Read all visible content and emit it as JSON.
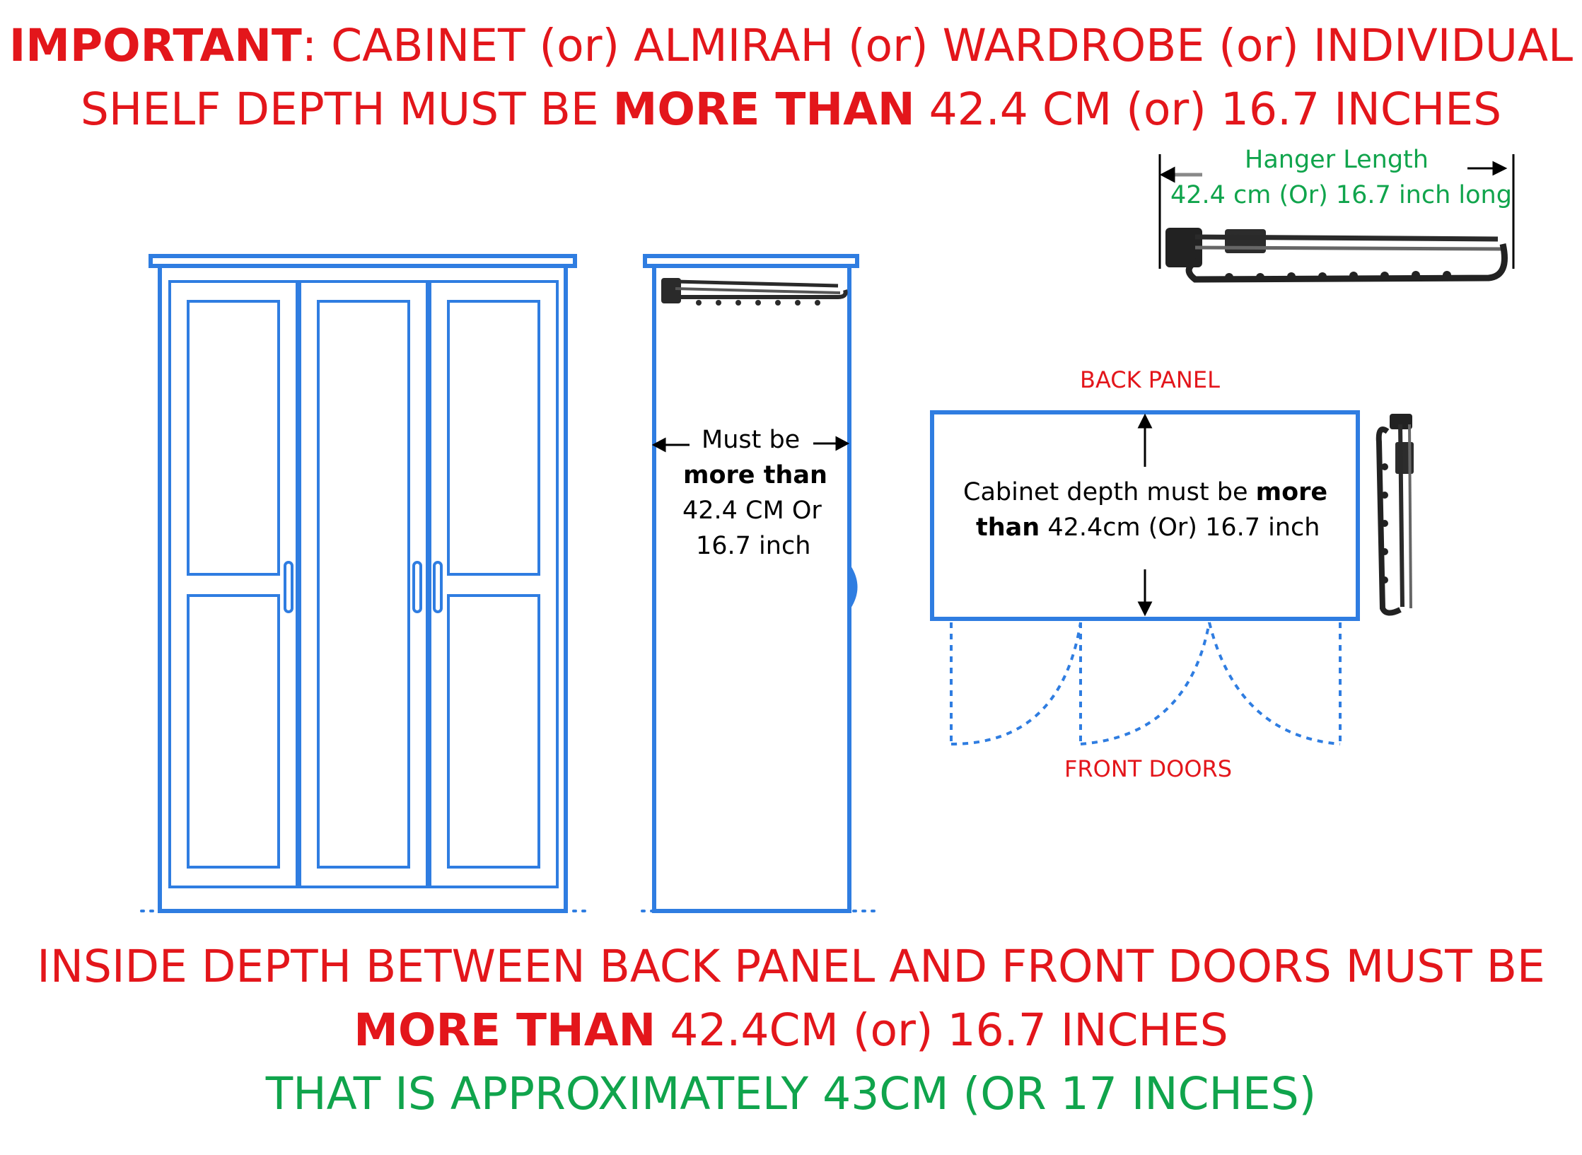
{
  "header": {
    "line1_bold": "IMPORTANT",
    "line1_rest": ": CABINET (or) ALMIRAH (or) WARDROBE (or) INDIVIDUAL",
    "line2_pre": "SHELF DEPTH MUST BE ",
    "line2_bold": "MORE THAN",
    "line2_post": " 42.4 CM (or) 16.7 INCHES"
  },
  "hanger": {
    "label_line1": "Hanger Length",
    "label_line2": "42.4 cm (Or) 16.7 inch long"
  },
  "side_view": {
    "line1": "Must be",
    "line2_bold": "more than",
    "line3": "42.4 CM Or",
    "line4": "16.7 inch"
  },
  "top_view": {
    "back_panel": "BACK PANEL",
    "front_doors": "FRONT DOORS",
    "text_pre": "Cabinet depth must be ",
    "text_bold1": "more",
    "text_bold2": "than",
    "text_post": " 42.4cm (Or) 16.7 inch"
  },
  "footer": {
    "line1": "INSIDE DEPTH BETWEEN BACK PANEL AND FRONT DOORS MUST BE",
    "line2_bold": "MORE THAN",
    "line2_rest": " 42.4CM (or) 16.7 INCHES",
    "line3": "THAT IS APPROXIMATELY 43CM (OR 17 INCHES)"
  },
  "colors": {
    "red": "#e3161b",
    "green": "#10a44c",
    "blue": "#2f7de1",
    "rail": "#2a2a2a"
  },
  "icons": [
    "wardrobe-front-drawing",
    "wardrobe-side-drawing",
    "pull-out-hanger-rail-image"
  ]
}
